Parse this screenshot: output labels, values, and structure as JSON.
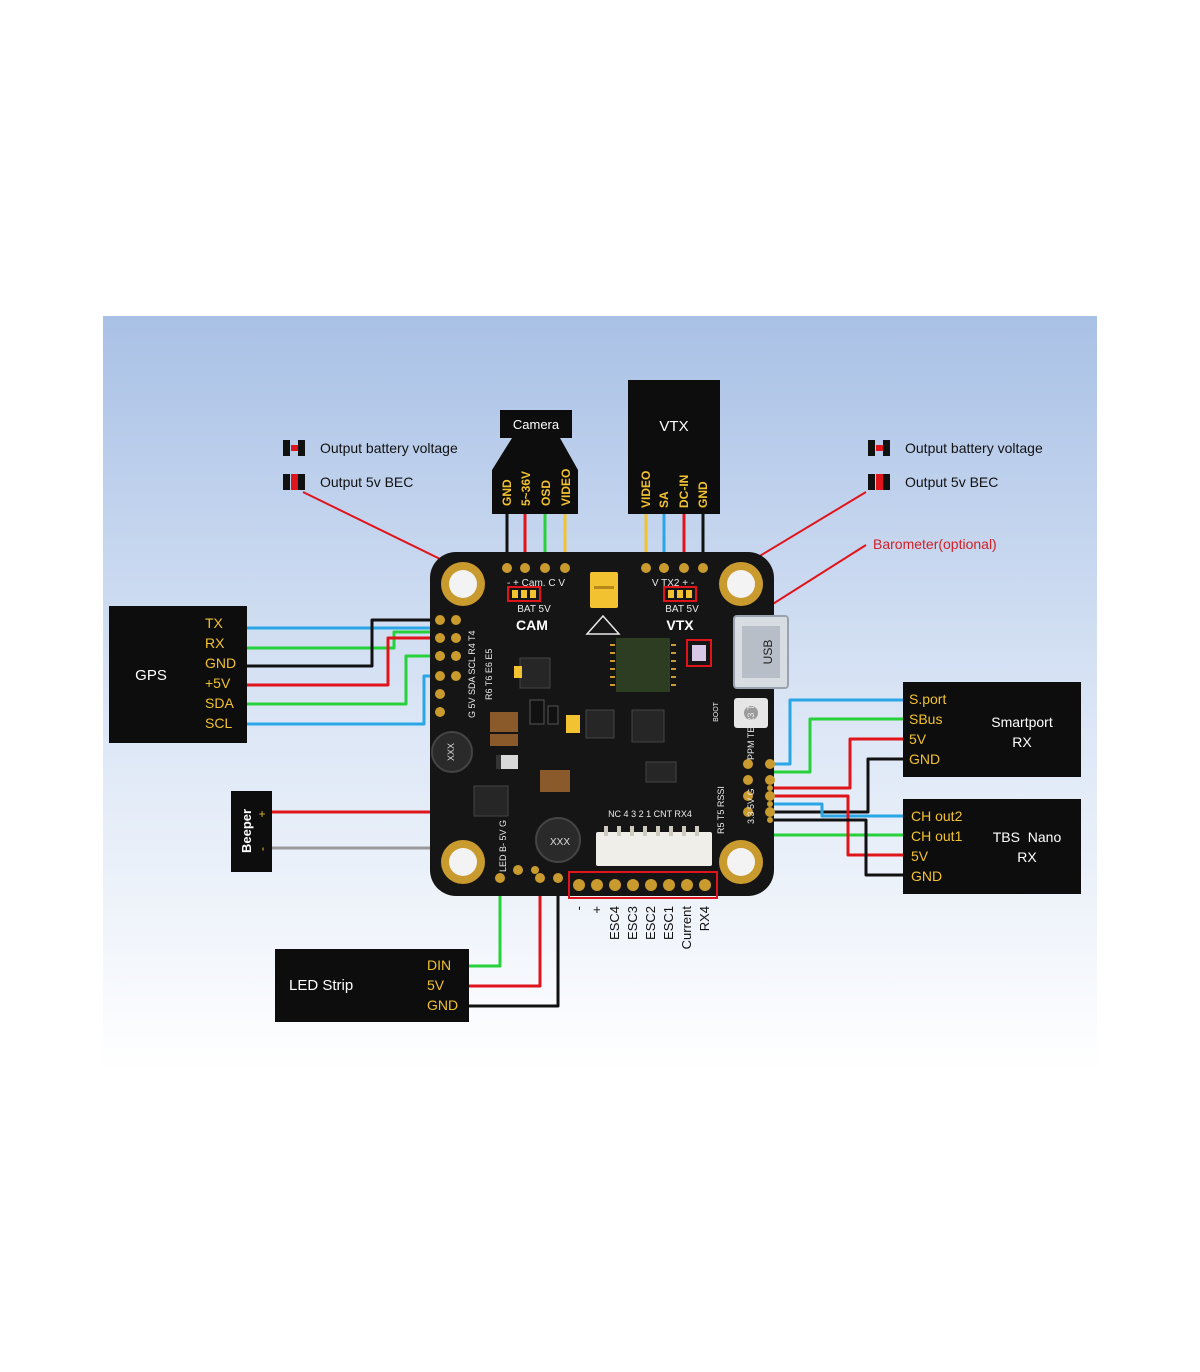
{
  "colors": {
    "panel_top": "#a9c1e6",
    "panel_bottom": "#ffffff",
    "board": "#151515",
    "pad_gold": "#c99a2e",
    "label_gold": "#f2c230",
    "wire_red": "#e0141b",
    "wire_green": "#27d13a",
    "wire_blue": "#2aa6e6",
    "wire_black": "#111111",
    "wire_yellow": "#f2c230",
    "wire_gray": "#9a9a9a",
    "note_red": "#d21f26"
  },
  "legend_left": {
    "battery_label": "Output battery voltage",
    "bec_label": "Output 5v BEC"
  },
  "legend_right": {
    "battery_label": "Output battery voltage",
    "bec_label": "Output 5v BEC",
    "barometer_label": "Barometer(optional)"
  },
  "camera": {
    "title": "Camera",
    "pins": [
      "GND",
      "5~36V",
      "OSD",
      "VIDEO"
    ]
  },
  "vtx": {
    "title": "VTX",
    "pins": [
      "VIDEO",
      "SA",
      "DC-IN",
      "GND"
    ]
  },
  "gps": {
    "title": "GPS",
    "pins": [
      "TX",
      "RX",
      "GND",
      "+5V",
      "SDA",
      "SCL"
    ]
  },
  "smartport_rx": {
    "title_line1": "Smartport",
    "title_line2": "RX",
    "pins": [
      "S.port",
      "SBus",
      "5V",
      "GND"
    ]
  },
  "tbs_rx": {
    "title_line1": "TBS  Nano",
    "title_line2": "RX",
    "pins": [
      "CH out2",
      "CH out1",
      "5V",
      "GND"
    ]
  },
  "beeper": {
    "title": "Beeper",
    "plus": "+",
    "minus": "-"
  },
  "led_strip": {
    "title": "LED Strip",
    "pins": [
      "DIN",
      "5V",
      "GND"
    ]
  },
  "esc_labels": [
    "-",
    "+",
    "ESC4",
    "ESC3",
    "ESC2",
    "ESC1",
    "Current",
    "RX4"
  ],
  "board": {
    "cam_label": "CAM",
    "vtx_label": "VTX",
    "bat_5v_left": "BAT 5V",
    "bat_5v_right": "BAT 5V",
    "cam_pads": "- + Cam. C V",
    "vtx_pads": "V TX2 + -",
    "usb": "USB",
    "boot": "BOOT",
    "left_row1": "G 5V SDA SCL R4 T4",
    "left_row2": "R6 T6 E6 E5",
    "right_row1": "PPM TE R3 T3",
    "right_row2": "3.3 5V G",
    "right_row3": "R5 T5 RSSI",
    "connector_top": "NC 4 3 2 1 CNT RX4",
    "bottom_pads": "LED B- 5V G",
    "chip_marking": "XXX"
  }
}
